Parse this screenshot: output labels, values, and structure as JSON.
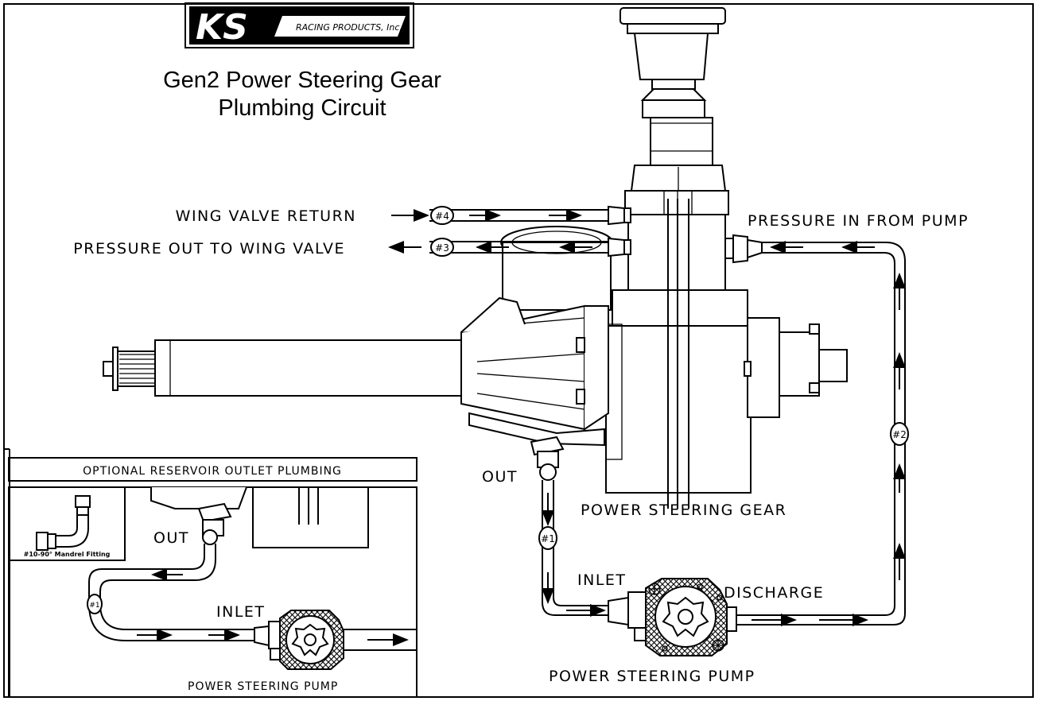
{
  "logo": {
    "letters": "KS",
    "tagline": "RACING PRODUCTS, Inc."
  },
  "title": {
    "line1": "Gen2 Power Steering Gear",
    "line2": "Plumbing Circuit"
  },
  "labels": {
    "wing_valve_return": "WING VALVE RETURN",
    "pressure_out": "PRESSURE OUT TO WING VALVE",
    "pressure_in": "PRESSURE IN FROM PUMP",
    "out": "OUT",
    "gear": "POWER STEERING GEAR",
    "inlet": "INLET",
    "discharge": "DISCHARGE",
    "pump": "POWER STEERING PUMP"
  },
  "line_tags": {
    "l1": "#1",
    "l2": "#2",
    "l3": "#3",
    "l4": "#4"
  },
  "inset": {
    "title": "OPTIONAL RESERVOIR OUTLET PLUMBING",
    "fitting_caption": "#10-90° Mandrel Fitting",
    "out": "OUT",
    "inlet": "INLET",
    "pump": "POWER STEERING PUMP",
    "line_tag": "#1"
  }
}
